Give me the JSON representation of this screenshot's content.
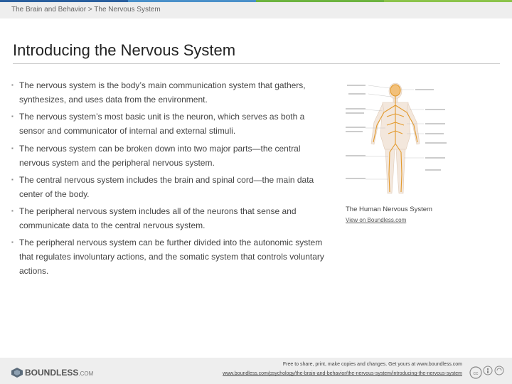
{
  "header": {
    "breadcrumb": "The Brain and Behavior > The Nervous System",
    "stripe_colors": [
      "#2a5f9e",
      "#4a90c9",
      "#6cb33f",
      "#8bc34a"
    ]
  },
  "slide": {
    "title": "Introducing the Nervous System",
    "bullets": [
      "The nervous system is the body’s main communication system that gathers, synthesizes, and uses data from the environment.",
      "The nervous system’s most basic unit is the neuron, which serves as both a sensor and communicator of internal and external stimuli.",
      "The nervous system can be broken down into two major parts—the central nervous system and the peripheral nervous system.",
      "The central nervous system includes the brain and spinal cord—the main data center of the body.",
      "The peripheral nervous system includes all of the neurons that sense and communicate data to the central nervous system.",
      "The peripheral nervous system can be further divided into the autonomic system that regulates involuntary actions, and the somatic system that controls voluntary actions."
    ]
  },
  "figure": {
    "caption": "The Human Nervous System",
    "link": "View on Boundless.com"
  },
  "footer": {
    "brand": "BOUNDLESS",
    "brand_suffix": ".COM",
    "share_text": "Free to share, print, make copies and changes. Get yours at www.boundless.com",
    "url": "www.boundless.com/psychology/the-brain-and-behavior/the-nervous-system/introducing-the-nervous-system"
  }
}
